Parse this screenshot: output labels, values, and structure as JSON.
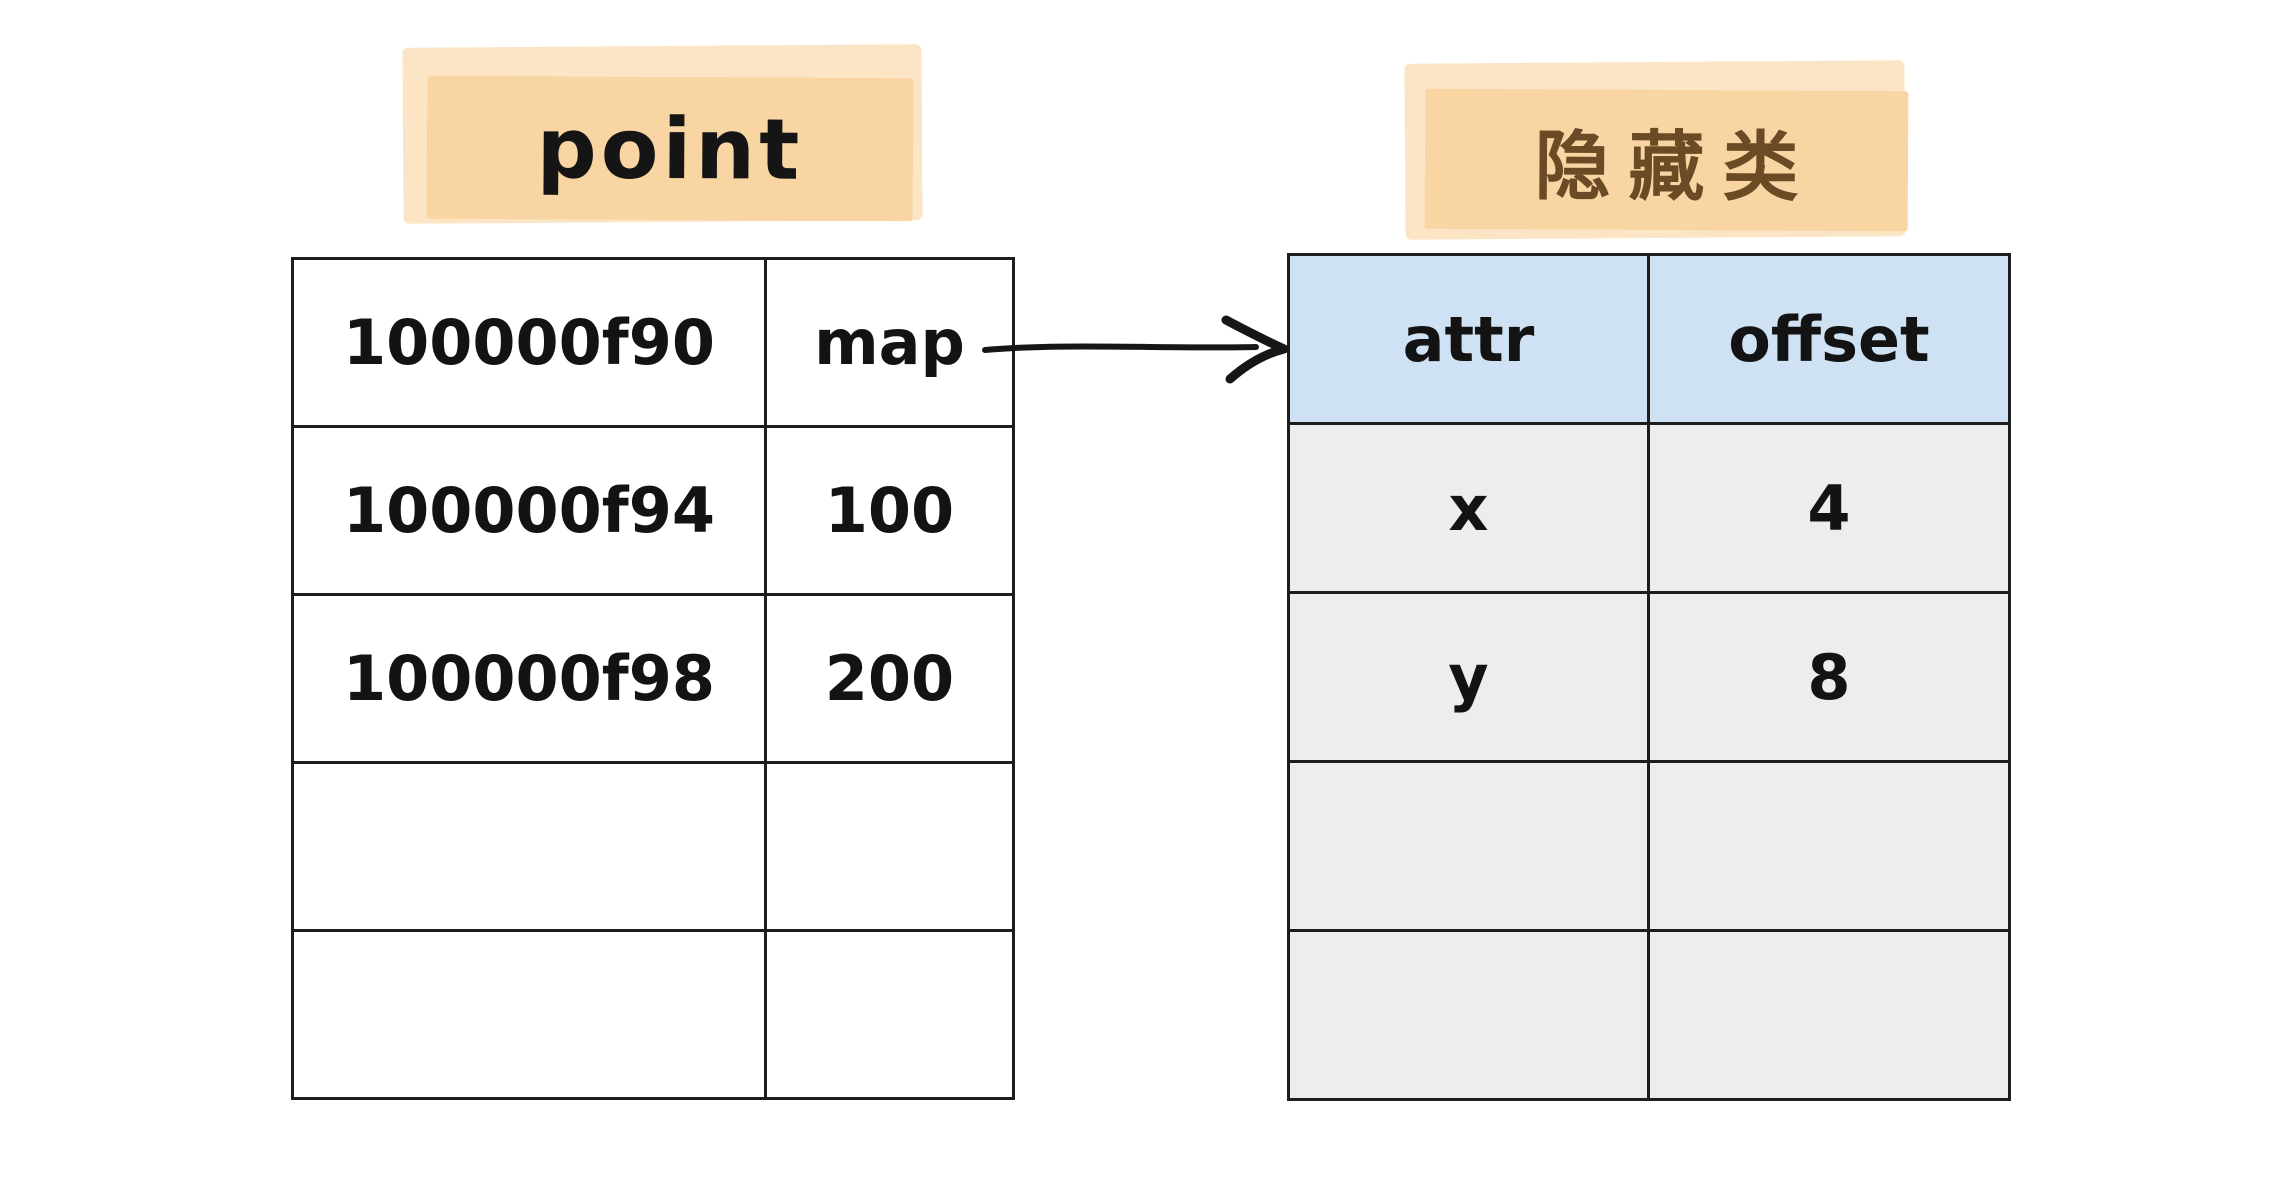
{
  "point_table": {
    "title": "point",
    "rows": [
      [
        "100000f90",
        "map"
      ],
      [
        "100000f94",
        "100"
      ],
      [
        "100000f98",
        "200"
      ],
      [
        "",
        ""
      ],
      [
        "",
        ""
      ]
    ]
  },
  "hidden_class_table": {
    "title": "隐藏类",
    "headers": [
      "attr",
      "offset"
    ],
    "rows": [
      [
        "x",
        "4"
      ],
      [
        "y",
        "8"
      ],
      [
        "",
        ""
      ],
      [
        "",
        ""
      ]
    ]
  },
  "arrow": {
    "name": "map-to-hidden-class-arrow",
    "direction": "right"
  },
  "colors": {
    "highlight_outer_orange": "#fbe5c5",
    "highlight_inner_orange": "#f8d5a2",
    "header_blue": "#cfe2f3",
    "row_gray": "#ededed",
    "border_ink": "#1d1d1d",
    "title_brown": "#6b4a26",
    "text_ink": "#131313",
    "background": "#ffffff"
  }
}
